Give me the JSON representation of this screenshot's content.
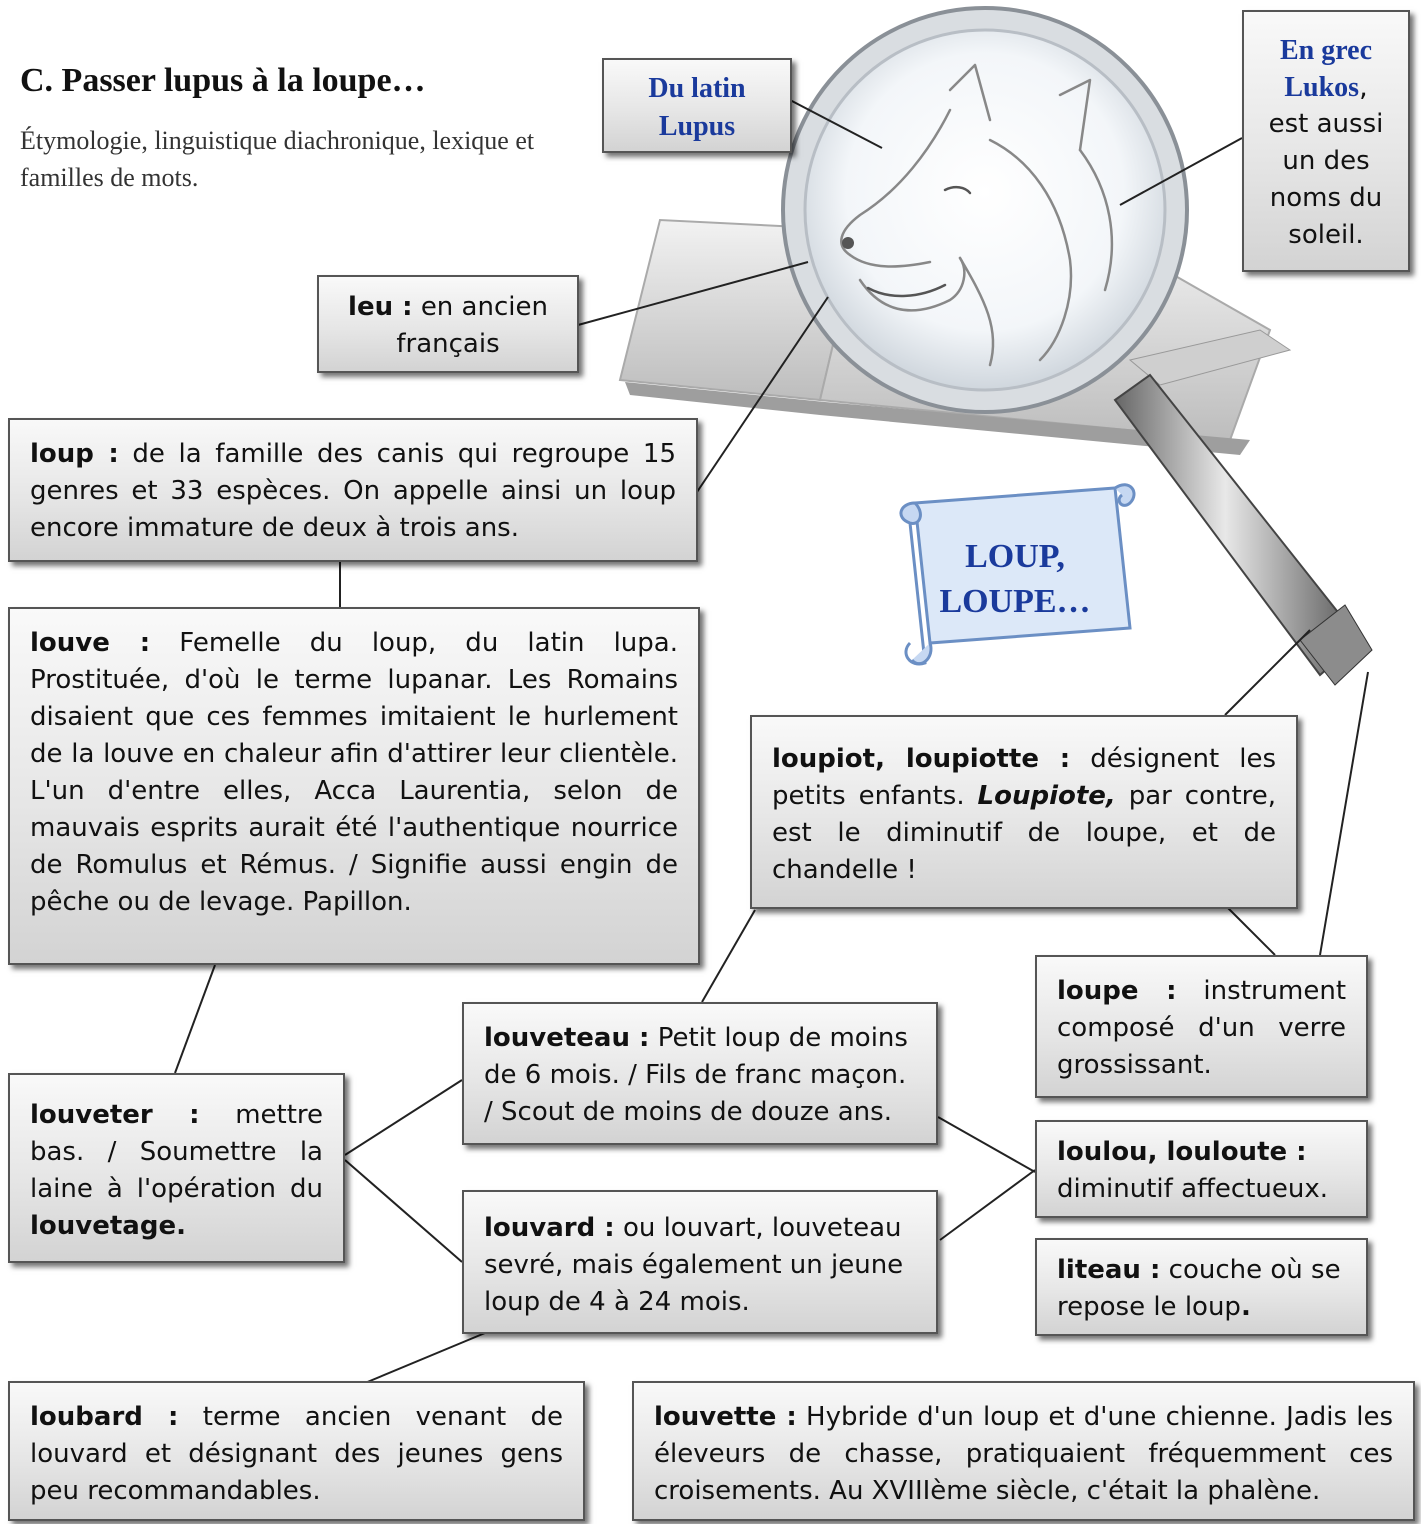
{
  "header": {
    "title": "C. Passer lupus à la loupe…",
    "subtitle": "Étymologie, linguistique diachronique, lexique et familles de mots."
  },
  "callouts": {
    "latin": [
      "Du latin",
      "Lupus"
    ],
    "grec": {
      "title_line1": "En grec",
      "title_line2": "Lukos",
      "rest": "est aussi un des noms du soleil."
    },
    "scroll": [
      "LOUP,",
      "LOUPE…"
    ]
  },
  "entries": {
    "leu": {
      "term": "leu :",
      "def": "en ancien français"
    },
    "loup": {
      "term": "loup :",
      "def": "de la famille des canis qui regroupe 15 genres et 33 espèces. On appelle ainsi un loup encore immature de deux à trois ans."
    },
    "louve": {
      "term": "louve :",
      "def": "Femelle du loup, du latin lupa. Prostituée, d'où le terme lupanar. Les Romains disaient que ces femmes imitaient le hurlement de la louve en chaleur afin d'attirer leur clientèle. L'un d'entre elles, Acca Laurentia, selon de mauvais esprits aurait été l'authentique nourrice de Romulus et Rémus. / Signifie aussi engin de pêche ou de levage. Papillon."
    },
    "loupiot": {
      "term": "loupiot, loupiotte :",
      "def": "désignent les petits enfants.",
      "term2": "Loupiote,",
      "def2": "par contre, est le diminutif de loupe, et de chandelle !"
    },
    "loupe": {
      "term": "loupe :",
      "def": "instrument composé d'un verre grossissant."
    },
    "louveteau": {
      "term": "louveteau :",
      "def": "Petit loup de moins de 6 mois. / Fils de franc maçon. / Scout de moins de douze ans."
    },
    "louveter": {
      "term": "louveter :",
      "def": "mettre bas. / Soumettre la laine à l'opération du",
      "term2": "louvetage."
    },
    "loulou": {
      "term": "loulou, louloute :",
      "def": "diminutif affectueux."
    },
    "louvard": {
      "term": "louvard :",
      "def": "ou louvart, louveteau sevré, mais également un jeune loup de 4 à 24 mois."
    },
    "liteau": {
      "term": "liteau :",
      "def": "couche où se repose le loup",
      "suffix": "."
    },
    "loubard": {
      "term": "loubard :",
      "def": "terme ancien venant de louvard et désignant des jeunes gens peu recommandables."
    },
    "louvette": {
      "term": "louvette :",
      "def": "Hybride d'un loup et d'une chienne. Jadis les éleveurs de chasse, pratiquaient fréquemment ces croisements. Au XVIIIème siècle, c'était la phalène."
    }
  },
  "colors": {
    "accent_blue": "#1a3a9c",
    "box_border": "#555555",
    "scroll_fill": "#dce8f8"
  }
}
